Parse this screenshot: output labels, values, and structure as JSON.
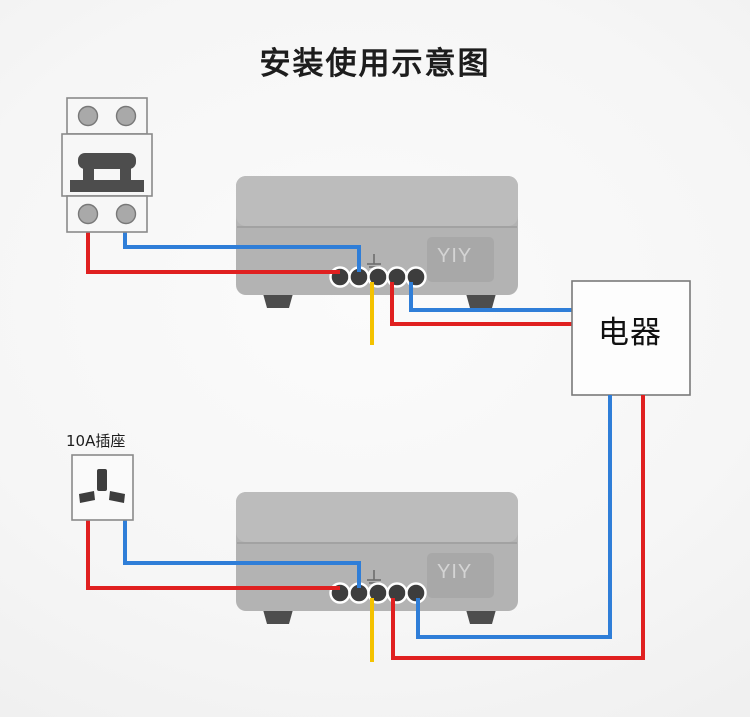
{
  "page": {
    "title": "安装使用示意图",
    "background_color": "#f2f2f2"
  },
  "colors": {
    "wire_live": "#e02020",
    "wire_neutral": "#2f7ed8",
    "wire_ground": "#f4c200",
    "device_body": "#b3b3b3",
    "device_top": "#bcbcbc",
    "device_foot": "#4d4d4d",
    "terminal": "#3d3d3d",
    "terminal_ring": "#ffffff",
    "panel": "#a8a8a8",
    "brand_text": "#d4d4d4",
    "outline": "#7a7a7a",
    "title_text": "#1d1d1d"
  },
  "components": {
    "breaker": {
      "name": "circuit-breaker",
      "terminals_top": 2,
      "terminals_bottom": 2
    },
    "socket": {
      "label": "10A插座",
      "pins": 3
    },
    "appliance": {
      "label": "电器"
    },
    "device_top": {
      "brand": "YIY",
      "terminal_count": 5,
      "ground_marker": "earth-symbol"
    },
    "device_bottom": {
      "brand": "YIY",
      "terminal_count": 5,
      "ground_marker": "earth-symbol"
    }
  },
  "wiring": {
    "top_input_live": "red",
    "top_input_neutral": "blue",
    "top_output_ground": "yellow",
    "top_output_live": "red",
    "top_output_neutral": "blue",
    "bottom_input_live": "red",
    "bottom_input_neutral": "blue",
    "bottom_output_ground": "yellow",
    "bottom_output_live": "red",
    "bottom_output_neutral": "blue"
  }
}
